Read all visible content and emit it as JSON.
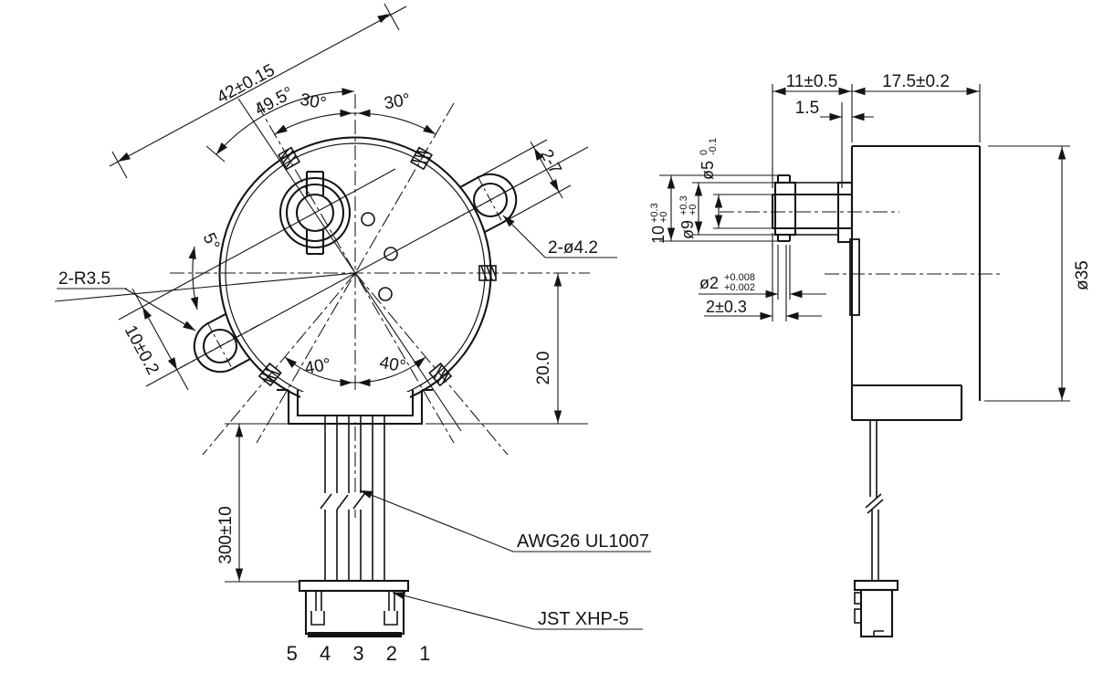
{
  "drawing": {
    "front_view": {
      "dims": {
        "mount_distance": "42±0.15",
        "angle_49_5": "49.5°",
        "angle_30_left": "30°",
        "angle_30_right": "30°",
        "ear_slot": "2-7",
        "mount_holes": "2-ø4.2",
        "ear_radius": "2-R3.5",
        "angle_5": "5°",
        "shaft_offset": "10±0.2",
        "angle_40_left": "40°",
        "angle_40_right": "40°",
        "wire_exit_height": "20.0",
        "lead_length": "300±10"
      },
      "labels": {
        "wire": "AWG26 UL1007",
        "connector": "JST XHP-5",
        "pin_numbers": "5 4 3 2 1"
      }
    },
    "side_view": {
      "dims": {
        "shaft_protrusion": "11±0.5",
        "boss_thickness": "1.5",
        "body_length": "17.5±0.2",
        "body_diameter": "ø35",
        "shaft_diameter": {
          "base": "ø5",
          "tol_top": "0",
          "tol_bottom": "-0.1"
        },
        "pin_length": {
          "base": "10",
          "tol_top": "+0.3",
          "tol_bottom": "+0"
        },
        "boss_diameter": {
          "base": "ø9",
          "tol_top": "+0.3",
          "tol_bottom": "+0"
        },
        "pin_diameter": {
          "base": "ø2",
          "tol_top": "+0.008",
          "tol_bottom": "+0.002"
        },
        "pin_position": "2±0.3"
      }
    },
    "colors": {
      "line": "#141414",
      "background": "#ffffff"
    }
  }
}
